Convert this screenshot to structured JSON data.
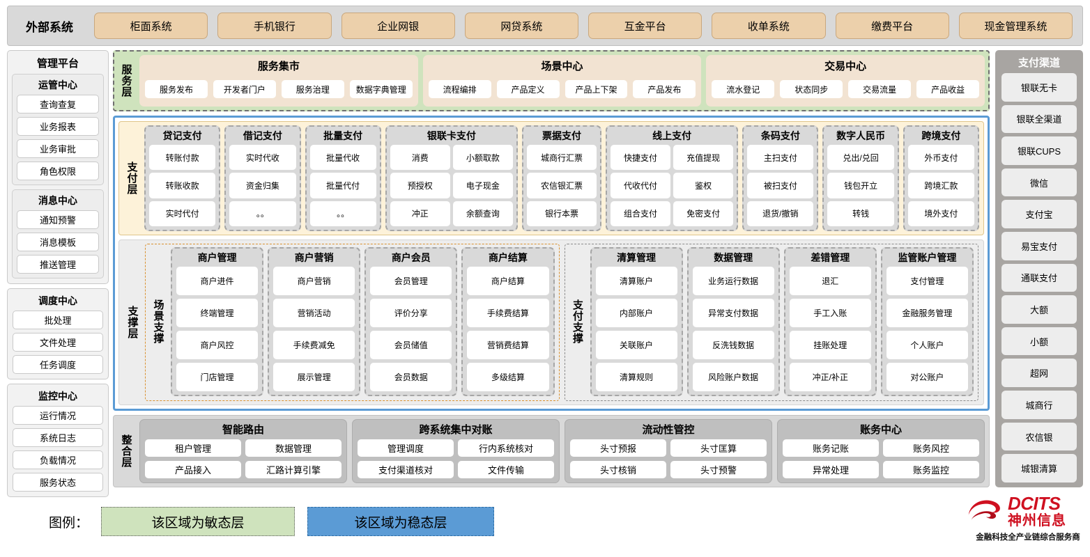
{
  "external": {
    "title": "外部系统",
    "items": [
      "柜面系统",
      "手机银行",
      "企业网银",
      "网贷系统",
      "互金平台",
      "收单系统",
      "缴费平台",
      "现金管理系统"
    ]
  },
  "management": {
    "title": "管理平台",
    "groups": [
      {
        "title": "运管中心",
        "items": [
          "查询查复",
          "业务报表",
          "业务审批",
          "角色权限"
        ]
      },
      {
        "title": "消息中心",
        "items": [
          "通知预警",
          "消息模板",
          "推送管理"
        ]
      }
    ],
    "standalone": [
      {
        "title": "调度中心",
        "items": [
          "批处理",
          "文件处理",
          "任务调度"
        ]
      },
      {
        "title": "监控中心",
        "items": [
          "运行情况",
          "系统日志",
          "负载情况",
          "服务状态"
        ]
      }
    ]
  },
  "service_layer": {
    "label": "服务层",
    "groups": [
      {
        "title": "服务集市",
        "items": [
          "服务发布",
          "开发者门户",
          "服务治理",
          "数据字典管理"
        ]
      },
      {
        "title": "场景中心",
        "items": [
          "流程编排",
          "产品定义",
          "产品上下架",
          "产品发布"
        ]
      },
      {
        "title": "交易中心",
        "items": [
          "流水登记",
          "状态同步",
          "交易流量",
          "产品收益"
        ]
      }
    ]
  },
  "payment_layer": {
    "label": "支付层",
    "columns": [
      {
        "title": "贷记支付",
        "cols": 1,
        "flex": 1.0,
        "items": [
          "转账付款",
          "转账收款",
          "实时代付"
        ]
      },
      {
        "title": "借记支付",
        "cols": 1,
        "flex": 1.0,
        "items": [
          "实时代收",
          "资金归集",
          "。。"
        ]
      },
      {
        "title": "批量支付",
        "cols": 1,
        "flex": 1.0,
        "items": [
          "批量代收",
          "批量代付",
          "。。"
        ]
      },
      {
        "title": "银联卡支付",
        "cols": 2,
        "flex": 1.85,
        "items": [
          "消费",
          "小额取款",
          "预授权",
          "电子现金",
          "冲正",
          "余额查询"
        ]
      },
      {
        "title": "票据支付",
        "cols": 1,
        "flex": 1.05,
        "items": [
          "城商行汇票",
          "农信银汇票",
          "银行本票"
        ]
      },
      {
        "title": "线上支付",
        "cols": 2,
        "flex": 1.85,
        "items": [
          "快捷支付",
          "充值提现",
          "代收代付",
          "鉴权",
          "组合支付",
          "免密支付"
        ]
      },
      {
        "title": "条码支付",
        "cols": 1,
        "flex": 1.0,
        "items": [
          "主扫支付",
          "被扫支付",
          "退货/撤销"
        ]
      },
      {
        "title": "数字人民币",
        "cols": 1,
        "flex": 1.0,
        "items": [
          "兑出/兑回",
          "钱包开立",
          "转钱"
        ]
      },
      {
        "title": "跨境支付",
        "cols": 1,
        "flex": 1.0,
        "items": [
          "外币支付",
          "跨境汇款",
          "境外支付"
        ]
      }
    ]
  },
  "support_layer": {
    "label": "支撑层",
    "zones": [
      {
        "label": "场景支撑",
        "style": "scene",
        "columns": [
          {
            "title": "商户管理",
            "items": [
              "商户进件",
              "终端管理",
              "商户风控",
              "门店管理"
            ]
          },
          {
            "title": "商户营销",
            "items": [
              "商户营销",
              "营销活动",
              "手续费减免",
              "展示管理"
            ]
          },
          {
            "title": "商户会员",
            "items": [
              "会员管理",
              "评价分享",
              "会员储值",
              "会员数据"
            ]
          },
          {
            "title": "商户结算",
            "items": [
              "商户结算",
              "手续费结算",
              "营销费结算",
              "多级结算"
            ]
          }
        ]
      },
      {
        "label": "支付支撑",
        "style": "paysup",
        "columns": [
          {
            "title": "清算管理",
            "items": [
              "清算账户",
              "内部账户",
              "关联账户",
              "清算规则"
            ]
          },
          {
            "title": "数据管理",
            "items": [
              "业务运行数据",
              "异常支付数据",
              "反洗钱数据",
              "风险账户数据"
            ]
          },
          {
            "title": "差错管理",
            "items": [
              "退汇",
              "手工入账",
              "挂账处理",
              "冲正/补正"
            ]
          },
          {
            "title": "监管账户管理",
            "items": [
              "支付管理",
              "金融服务管理",
              "个人账户",
              "对公账户"
            ]
          }
        ]
      }
    ]
  },
  "integration_layer": {
    "label": "整合层",
    "groups": [
      {
        "title": "智能路由",
        "items": [
          "租户管理",
          "数据管理",
          "产品接入",
          "汇路计算引擎"
        ]
      },
      {
        "title": "跨系统集中对账",
        "items": [
          "管理调度",
          "行内系统核对",
          "支付渠道核对",
          "文件传输"
        ]
      },
      {
        "title": "流动性管控",
        "items": [
          "头寸预报",
          "头寸匡算",
          "头寸核销",
          "头寸预警"
        ]
      },
      {
        "title": "账务中心",
        "items": [
          "账务记账",
          "账务风控",
          "异常处理",
          "账务监控"
        ]
      }
    ]
  },
  "channels": {
    "title": "支付渠道",
    "items": [
      "银联无卡",
      "银联全渠道",
      "银联CUPS",
      "微信",
      "支付宝",
      "易宝支付",
      "通联支付",
      "大额",
      "小额",
      "超网",
      "城商行",
      "农信银",
      "城银清算"
    ]
  },
  "legend": {
    "label": "图例：",
    "agile": "该区域为敏态层",
    "stable": "该区域为稳态层"
  },
  "logo": {
    "en": "DCITS",
    "cn": "神州信息",
    "tagline": "金融科技全产业链综合服务商"
  },
  "colors": {
    "agile_green": "#cfe3bd",
    "stable_blue": "#5b9bd5",
    "payment_cream": "#fdf2d9",
    "external_tan": "#ecd0ab",
    "brand_red": "#cf1020"
  }
}
